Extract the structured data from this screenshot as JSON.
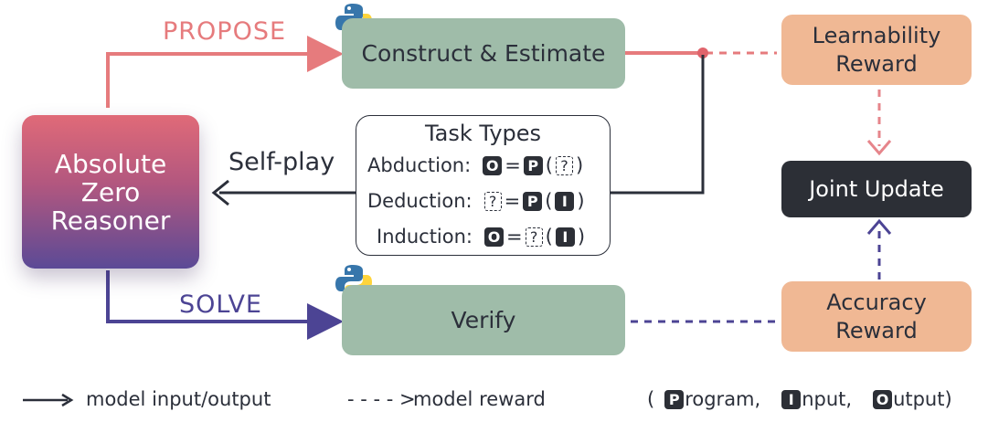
{
  "nodes": {
    "reasoner": [
      "Absolute",
      "Zero",
      "Reasoner"
    ],
    "construct": "Construct & Estimate",
    "verify": "Verify",
    "learnability": [
      "Learnability",
      "Reward"
    ],
    "joint": "Joint Update",
    "accuracy": [
      "Accuracy",
      "Reward"
    ]
  },
  "edges": {
    "propose": "PROPOSE",
    "solve": "SOLVE",
    "selfplay": "Self-play"
  },
  "tasks": {
    "title": "Task Types",
    "abduction": "Abduction:",
    "deduction": "Deduction:",
    "induction": "Induction:",
    "eq": "=",
    "paren_open": "(",
    "paren_close": ")",
    "O": "O",
    "P": "P",
    "I": "I",
    "unknown": "?"
  },
  "legend": {
    "solid": "model input/output",
    "dashed_arrow": "- - - - >",
    "dashed": "model reward",
    "open": "(",
    "P": "P",
    "program": "rogram,",
    "I": "I",
    "input": "nput,",
    "O": "O",
    "output": "utput)"
  },
  "colors": {
    "propose": "#e67b7d",
    "solve": "#4c4494",
    "green_box": "#9fbca9",
    "reward_box": "#f0b894",
    "dark": "#2c2f36"
  },
  "icons": [
    "python-logo-icon",
    "python-logo-icon"
  ]
}
